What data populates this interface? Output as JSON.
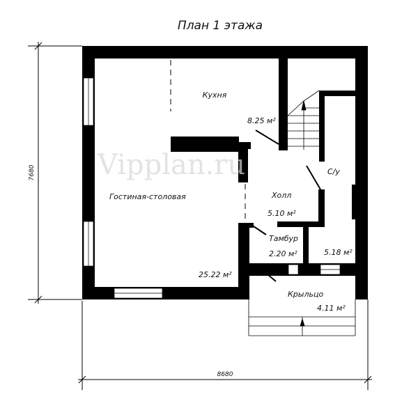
{
  "title": "План 1 этажа",
  "watermark": "Vipplan.ru",
  "dimensions": {
    "height": "7680",
    "width": "8680"
  },
  "rooms": [
    {
      "name": "Кухня",
      "area": "8.25 м²"
    },
    {
      "name": "Гостиная-столовая",
      "area": "25.22 м²"
    },
    {
      "name": "Холл",
      "area": "5.10 м²"
    },
    {
      "name": "С/у",
      "area": "5.18 м²"
    },
    {
      "name": "Тамбур",
      "area": "2.20 м²"
    },
    {
      "name": "Крыльцо",
      "area": "4.11 м²"
    }
  ]
}
